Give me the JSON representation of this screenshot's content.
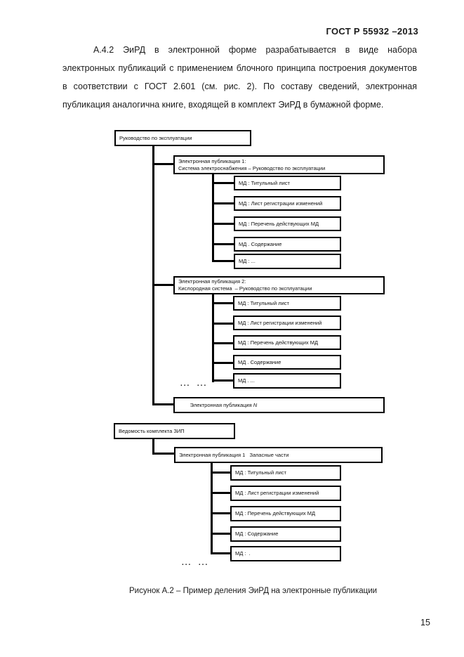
{
  "page": {
    "header": "ГОСТ Р 55932 –2013",
    "paragraph": "А.4.2  ЭиРД в электронной форме разрабатывается в виде набора электронных публикаций с применением блочного принципа построения документов в соответствии с ГОСТ 2.601 (см. рис. 2). По составу сведений, электронная публикация аналогична книге, входящей в комплект ЭиРД в бумажной форме.",
    "caption": "Рисунок А.2 – Пример деления ЭиРД на электронные публикации",
    "page_number": "15"
  },
  "diagram": {
    "tree1": {
      "root": "Руководство по эксплуатации",
      "ep1": {
        "line1": "Электронная публикация 1:",
        "line2": "Система электроснабжения – Руководство по эксплуатации"
      },
      "ep1_items": [
        "МД : Титульный лист",
        "МД : Лист регистрации изменений",
        "МД : Перечень действующих МД",
        "МД . Содержание",
        "МД : ..."
      ],
      "ep2": {
        "line1": "Электронная публикация 2:",
        "line2": "Кислородная система  – Руководство по эксплуатации"
      },
      "ep2_items": [
        "МД : Титульный лист",
        "МД : Лист регистрации изменений",
        "МД : Перечень действующих МД",
        "МД . Содержание",
        "МД . ..."
      ],
      "ellipsis": "...  ...",
      "epn": {
        "prefix": "Электронная публикация ",
        "n": "N"
      }
    },
    "tree2": {
      "root": "Ведомость комплекта ЗИП",
      "ep": "Электронная публикация 1   Запасные части",
      "items": [
        "МД : Титульный лист",
        "МД : Лист регистрации изменений",
        "МД : Перечень действующих МД",
        "МД : Содержание",
        "МД :  ."
      ],
      "ellipsis": "...  ..."
    }
  }
}
